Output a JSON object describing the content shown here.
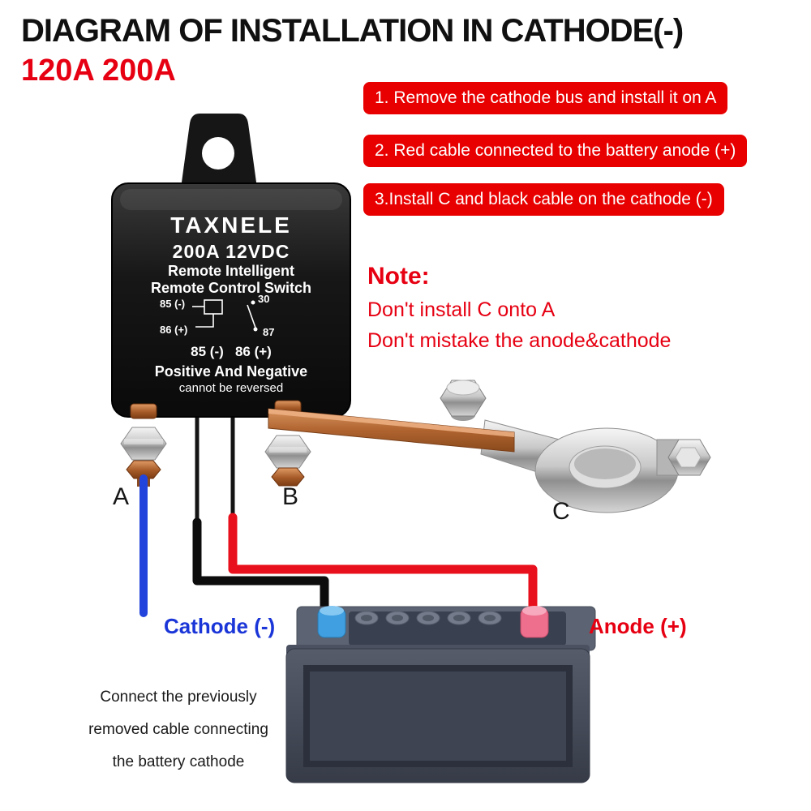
{
  "title": "DIAGRAM OF INSTALLATION IN CATHODE(-)",
  "subtitle": "120A 200A",
  "steps": [
    "1. Remove the cathode bus and install it on A",
    "2. Red cable connected to the battery anode (+)",
    "3.Install C and black cable on the cathode (-)"
  ],
  "note": {
    "heading": "Note:",
    "lines": [
      "Don't install C onto A",
      "Don't mistake the anode&cathode"
    ]
  },
  "relay": {
    "brand": "TAXNELE",
    "rating": "200A 12VDC",
    "line1": "Remote Intelligent",
    "line2": "Remote Control Switch",
    "terminals": {
      "tl": "85 (-)",
      "tr": "30",
      "bl": "86 (+)",
      "br": "87"
    },
    "bottom_terminals": "85 (-)   86 (+)",
    "warning1": "Positive And Negative",
    "warning2": "cannot be reversed"
  },
  "labels": {
    "a": "A",
    "b": "B",
    "c": "C",
    "cathode": "Cathode (-)",
    "anode": "Anode (+)"
  },
  "footer_note": [
    "Connect the previously",
    "removed cable connecting",
    "the battery cathode"
  ],
  "colors": {
    "accent_red": "#e80000",
    "note_red": "#e60012",
    "cathode_blue": "#1b36d8",
    "wire_blue": "#2244dd",
    "wire_red": "#e8101c",
    "wire_black": "#0c0c0c",
    "copper": "#a55a28",
    "battery_body": "#474c59",
    "terminal_cathode": "#3f9fe0",
    "terminal_anode": "#ee6f8d"
  }
}
